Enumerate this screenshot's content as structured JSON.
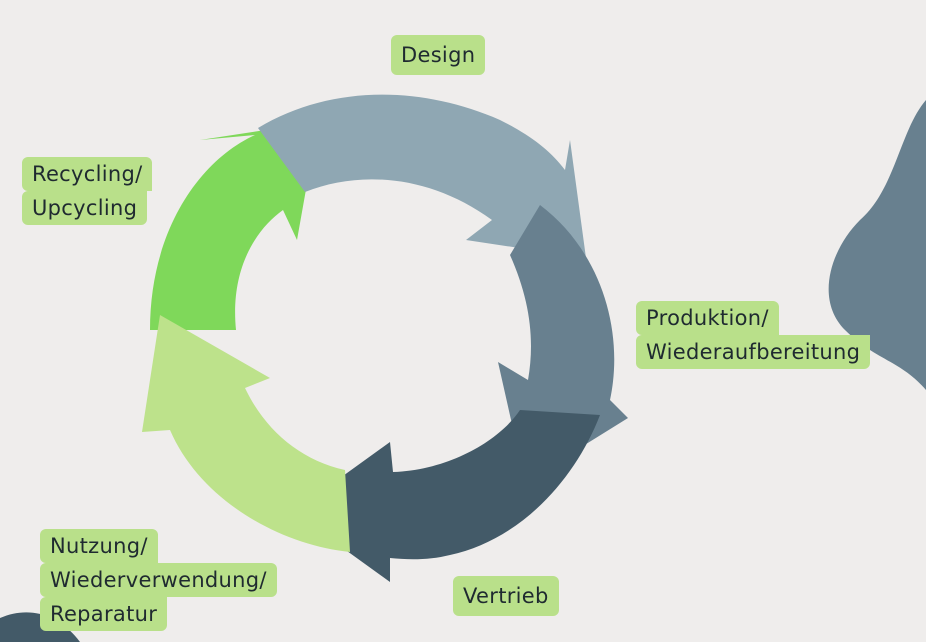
{
  "diagram": {
    "type": "cycle",
    "stages": [
      {
        "id": "design",
        "lines": [
          "Design"
        ],
        "color": "#8fa7b3"
      },
      {
        "id": "produktion",
        "lines": [
          "Produktion/",
          "Wiederaufbereitung"
        ],
        "color": "#68808f"
      },
      {
        "id": "vertrieb",
        "lines": [
          "Vertrieb"
        ],
        "color": "#435a68"
      },
      {
        "id": "nutzung",
        "lines": [
          "Nutzung/",
          "Wiederverwendung/",
          "Reparatur"
        ],
        "color": "#bde28b"
      },
      {
        "id": "recycling",
        "lines": [
          "Recycling/",
          "Upcycling"
        ],
        "color": "#7fd85a"
      }
    ]
  },
  "colors": {
    "background": "#efedec",
    "label_fill": "#b9e08a",
    "decor_blob": "#68808f"
  }
}
